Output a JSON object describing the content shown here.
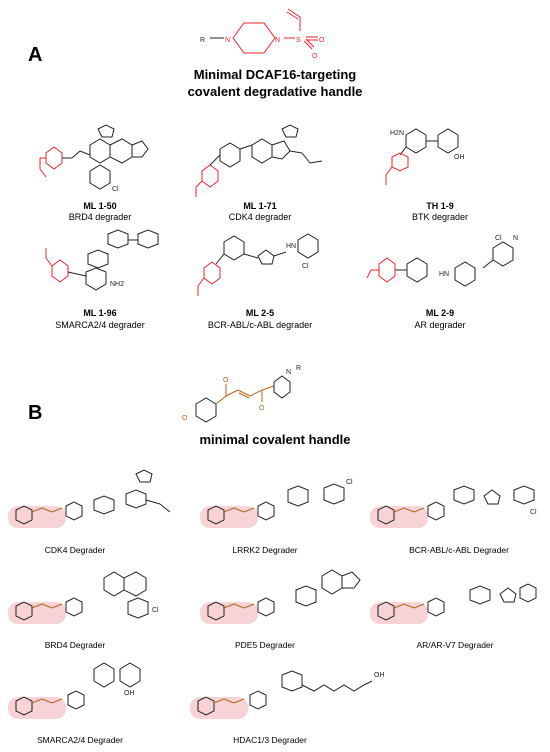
{
  "panel_a": {
    "letter": "A",
    "title_line1": "Minimal DCAF16-targeting",
    "title_line2": "covalent degradative handle",
    "core_atoms": {
      "r": "R",
      "n1": "N",
      "n2": "N",
      "s": "S",
      "o1": "O",
      "o2": "O"
    },
    "compounds": [
      {
        "name": "ML 1-50",
        "desc": "BRD4 degrader",
        "atom_cl": "Cl"
      },
      {
        "name": "ML 1-71",
        "desc": "CDK4 degrader"
      },
      {
        "name": "TH 1-9",
        "desc": "BTK degrader",
        "atom_nh2": "H2N",
        "atom_oh": "OH"
      },
      {
        "name": "ML 1-96",
        "desc": "SMARCA2/4 degrader",
        "atom_nh2": "NH2"
      },
      {
        "name": "ML 2-5",
        "desc": "BCR-ABL/c-ABL degrader",
        "atom_hn": "HN",
        "atom_cl": "Cl"
      },
      {
        "name": "ML 2-9",
        "desc": "AR degrader",
        "atom_cl": "Cl",
        "atom_n": "N",
        "atom_hn": "HN"
      }
    ]
  },
  "panel_b": {
    "letter": "B",
    "title": "minimal covalent handle",
    "core_atoms": {
      "r": "R",
      "n": "N",
      "o_methoxy": "O",
      "o1": "O",
      "o2": "O"
    },
    "degraders": [
      {
        "label": "CDK4 Degrader"
      },
      {
        "label": "LRRK2 Degrader",
        "atom_cl": "Cl"
      },
      {
        "label": "BCR-ABL/c-ABL Degrader",
        "atom_cl": "Cl"
      },
      {
        "label": "BRD4 Degrader",
        "atom_cl": "Cl"
      },
      {
        "label": "PDE5 Degrader"
      },
      {
        "label": "AR/AR-V7 Degrader"
      },
      {
        "label": "SMARCA2/4 Degrader",
        "atom_oh": "OH"
      },
      {
        "label": "HDAC1/3 Degrader",
        "atom_oh": "OH"
      }
    ]
  },
  "colors": {
    "handle_red": "#e8262e",
    "handle_orange": "#b5651d",
    "highlight_pink": "#f7d2d6",
    "bond_black": "#222222"
  },
  "icons": [
    "piperazine-ring-icon",
    "vinyl-sulfonamide-icon",
    "aryl-ring-icon",
    "pyrrolopyrimidine-icon",
    "thienotriazolodiazepine-icon"
  ]
}
